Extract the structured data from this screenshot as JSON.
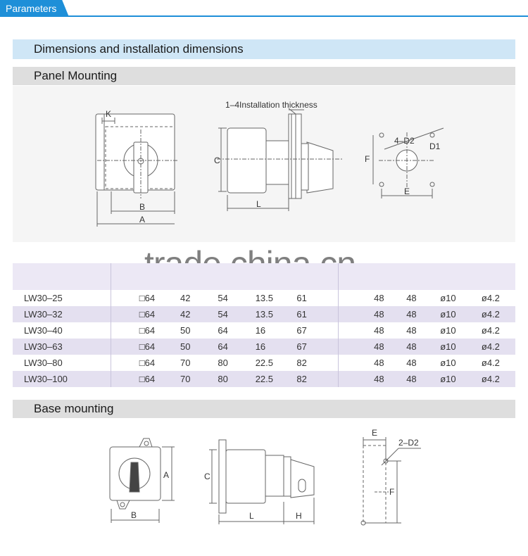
{
  "header": {
    "tab_label": "Parameters"
  },
  "sections": {
    "dimensions_title": "Dimensions and installation dimensions",
    "panel_title": "Panel Mounting",
    "base_title": "Base mounting"
  },
  "panel_drawing": {
    "front_labels": {
      "k": "K",
      "b": "B",
      "a": "A"
    },
    "side_labels": {
      "thickness": "1–4Installation thickness",
      "c": "C",
      "l": "L"
    },
    "hole_labels": {
      "d2": "4–D2",
      "d1": "D1",
      "f": "F",
      "e": "E"
    }
  },
  "watermark": "trade.china.cn",
  "table": {
    "rows": [
      {
        "model": "LW30–25",
        "sq": "□64",
        "b": "42",
        "a": "54",
        "k": "13.5",
        "l": "61",
        "e": "48",
        "f": "48",
        "d1": "ø10",
        "d2": "ø4.2"
      },
      {
        "model": "LW30–32",
        "sq": "□64",
        "b": "42",
        "a": "54",
        "k": "13.5",
        "l": "61",
        "e": "48",
        "f": "48",
        "d1": "ø10",
        "d2": "ø4.2"
      },
      {
        "model": "LW30–40",
        "sq": "□64",
        "b": "50",
        "a": "64",
        "k": "16",
        "l": "67",
        "e": "48",
        "f": "48",
        "d1": "ø10",
        "d2": "ø4.2"
      },
      {
        "model": "LW30–63",
        "sq": "□64",
        "b": "50",
        "a": "64",
        "k": "16",
        "l": "67",
        "e": "48",
        "f": "48",
        "d1": "ø10",
        "d2": "ø4.2"
      },
      {
        "model": "LW30–80",
        "sq": "□64",
        "b": "70",
        "a": "80",
        "k": "22.5",
        "l": "82",
        "e": "48",
        "f": "48",
        "d1": "ø10",
        "d2": "ø4.2"
      },
      {
        "model": "LW30–100",
        "sq": "□64",
        "b": "70",
        "a": "80",
        "k": "22.5",
        "l": "82",
        "e": "48",
        "f": "48",
        "d1": "ø10",
        "d2": "ø4.2"
      }
    ]
  },
  "base_drawing": {
    "front_labels": {
      "a": "A",
      "b": "B"
    },
    "side_labels": {
      "c": "C",
      "l": "L",
      "h": "H"
    },
    "hole_labels": {
      "e": "E",
      "d2": "2–D2",
      "f": "F"
    }
  }
}
